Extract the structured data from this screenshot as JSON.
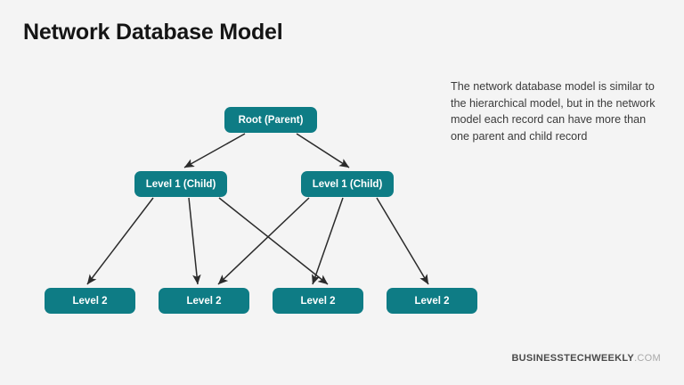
{
  "page": {
    "title": "Network Database Model",
    "background_color": "#f4f4f4",
    "accent_color": "#0e7c85",
    "title_color": "#151515"
  },
  "description": {
    "text": "The network database model is similar to the hierarchical model, but in the network model each record can have more than one parent and child record"
  },
  "diagram": {
    "nodes": {
      "root": "Root (Parent)",
      "level1_left": "Level 1 (Child)",
      "level1_right": "Level 1 (Child)",
      "level2_1": "Level 2",
      "level2_2": "Level 2",
      "level2_3": "Level 2",
      "level2_4": "Level 2"
    },
    "edge_color": "#2b2b2b"
  },
  "footer": {
    "brand_main": "BUSINESSTECHWEEKLY",
    "brand_tld": ".COM"
  }
}
